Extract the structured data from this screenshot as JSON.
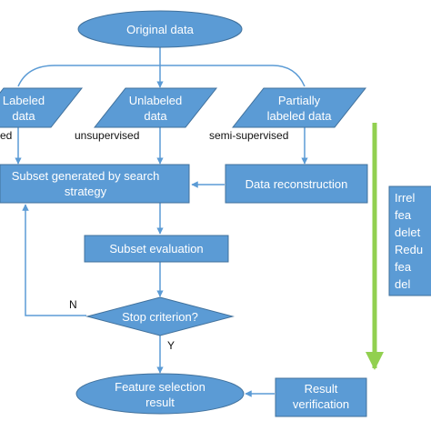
{
  "nodes": {
    "original_data": "Original data",
    "labeled_data": [
      "Labeled",
      "data"
    ],
    "unlabeled_data": [
      "Unlabeled",
      "data"
    ],
    "partially_labeled_data": [
      "Partially",
      "labeled data"
    ],
    "subset_generation": [
      "Subset generated by search",
      "strategy"
    ],
    "data_reconstruction": "Data reconstruction",
    "subset_evaluation": "Subset evaluation",
    "stop_criterion": "Stop criterion?",
    "feature_selection_result": [
      "Feature selection",
      "result"
    ],
    "result_verification": [
      "Result",
      "verification"
    ],
    "side_note": [
      "Irrel",
      "fea",
      "delet",
      "Redu",
      "fea",
      "del"
    ]
  },
  "edge_labels": {
    "supervised_partial": "ed",
    "unsupervised": "unsupervised",
    "semi_supervised": "semi-supervised",
    "no": "N",
    "yes": "Y"
  },
  "colors": {
    "node_fill": "#5b9bd5",
    "node_stroke": "#41719c",
    "arrow": "#5b9bd5",
    "side_arrow": "#92d050",
    "text_on_node": "#ffffff",
    "edge_text": "#111111"
  }
}
